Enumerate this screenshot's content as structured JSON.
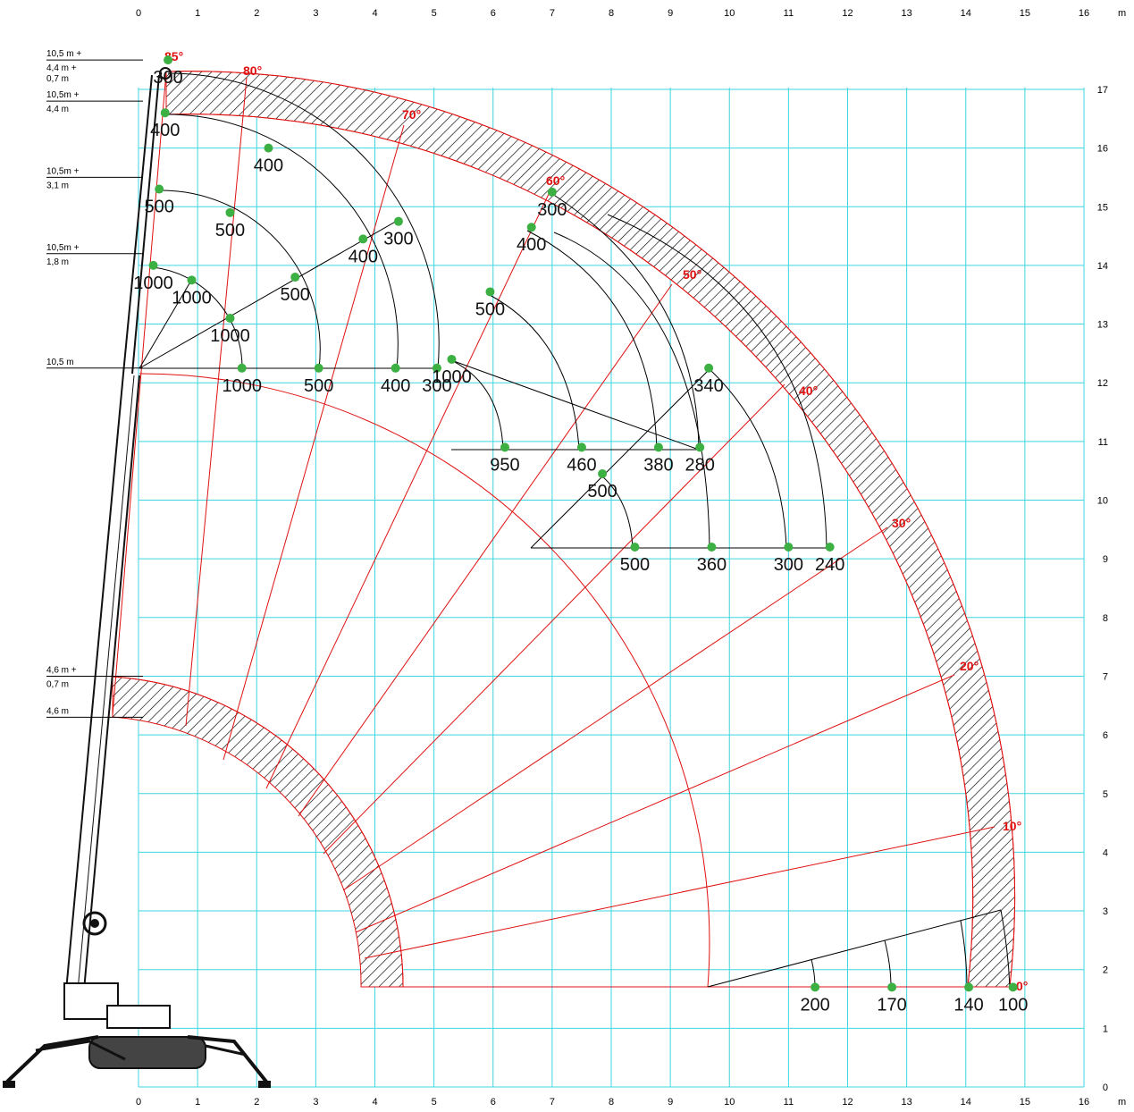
{
  "axes": {
    "unit": "m",
    "x_min": 0,
    "x_max": 16,
    "y_min": 0,
    "y_max": 17,
    "x_ticks": [
      "0",
      "1",
      "2",
      "3",
      "4",
      "5",
      "6",
      "7",
      "8",
      "9",
      "10",
      "11",
      "12",
      "13",
      "14",
      "15",
      "16"
    ],
    "y_ticks": [
      "0",
      "1",
      "2",
      "3",
      "4",
      "5",
      "6",
      "7",
      "8",
      "9",
      "10",
      "11",
      "12",
      "13",
      "14",
      "15",
      "16",
      "17"
    ]
  },
  "colors": {
    "grid": "#3fd6e0",
    "envelope": "#e01010",
    "curve": "#000000",
    "point": "#3cb043",
    "angle_label": "#e01010"
  },
  "boom_configs": [
    {
      "label_lines": [
        "10,5 m +",
        "4,4 m +",
        "0,7 m"
      ],
      "height_m": 17.5
    },
    {
      "label_lines": [
        "10,5m +",
        "4,4 m"
      ],
      "height_m": 16.8
    },
    {
      "label_lines": [
        "10,5m +",
        "3,1 m"
      ],
      "height_m": 15.5
    },
    {
      "label_lines": [
        "10,5m +",
        "1,8 m"
      ],
      "height_m": 14.2
    },
    {
      "label_lines": [
        "10,5 m"
      ],
      "height_m": 12.25
    },
    {
      "label_lines": [
        "4,6 m +",
        "0,7 m"
      ],
      "height_m": 7.0
    },
    {
      "label_lines": [
        "4,6 m"
      ],
      "height_m": 6.3
    }
  ],
  "angle_labels": [
    "85°",
    "80°",
    "70°",
    "60°",
    "50°",
    "40°",
    "30°",
    "20°",
    "10°",
    "0°"
  ],
  "chart_data": {
    "type": "load-chart",
    "x_unit": "m",
    "y_unit": "m",
    "xlim": [
      0,
      16
    ],
    "ylim": [
      0,
      17
    ],
    "load_points": [
      {
        "x": 0.5,
        "y": 17.5,
        "label": "300"
      },
      {
        "x": 0.45,
        "y": 16.6,
        "label": "400"
      },
      {
        "x": 2.2,
        "y": 16.0,
        "label": "400"
      },
      {
        "x": 0.35,
        "y": 15.3,
        "label": "500"
      },
      {
        "x": 1.55,
        "y": 14.9,
        "label": "500"
      },
      {
        "x": 4.4,
        "y": 14.75,
        "label": "300"
      },
      {
        "x": 3.8,
        "y": 14.45,
        "label": "400"
      },
      {
        "x": 2.65,
        "y": 13.8,
        "label": "500"
      },
      {
        "x": 0.25,
        "y": 14.0,
        "label": "1000"
      },
      {
        "x": 0.9,
        "y": 13.75,
        "label": "1000"
      },
      {
        "x": 1.55,
        "y": 13.1,
        "label": "1000"
      },
      {
        "x": 1.75,
        "y": 12.25,
        "label": "1000"
      },
      {
        "x": 3.05,
        "y": 12.25,
        "label": "500"
      },
      {
        "x": 4.35,
        "y": 12.25,
        "label": "400"
      },
      {
        "x": 5.05,
        "y": 12.25,
        "label": "300"
      },
      {
        "x": 7.0,
        "y": 15.25,
        "label": "300"
      },
      {
        "x": 6.65,
        "y": 14.65,
        "label": "400"
      },
      {
        "x": 5.95,
        "y": 13.55,
        "label": "500"
      },
      {
        "x": 5.3,
        "y": 12.4,
        "label": "1000"
      },
      {
        "x": 6.2,
        "y": 10.9,
        "label": "950"
      },
      {
        "x": 7.5,
        "y": 10.9,
        "label": "460"
      },
      {
        "x": 8.8,
        "y": 10.9,
        "label": "380"
      },
      {
        "x": 9.5,
        "y": 10.9,
        "label": "280"
      },
      {
        "x": 9.65,
        "y": 12.25,
        "label": "340"
      },
      {
        "x": 7.85,
        "y": 10.45,
        "label": "500"
      },
      {
        "x": 8.4,
        "y": 9.2,
        "label": "500"
      },
      {
        "x": 9.7,
        "y": 9.2,
        "label": "360"
      },
      {
        "x": 11.0,
        "y": 9.2,
        "label": "300"
      },
      {
        "x": 11.7,
        "y": 9.2,
        "label": "240"
      },
      {
        "x": 11.45,
        "y": 1.7,
        "label": "200"
      },
      {
        "x": 12.75,
        "y": 1.7,
        "label": "170"
      },
      {
        "x": 14.05,
        "y": 1.7,
        "label": "140"
      },
      {
        "x": 14.8,
        "y": 1.7,
        "label": "100"
      }
    ]
  }
}
